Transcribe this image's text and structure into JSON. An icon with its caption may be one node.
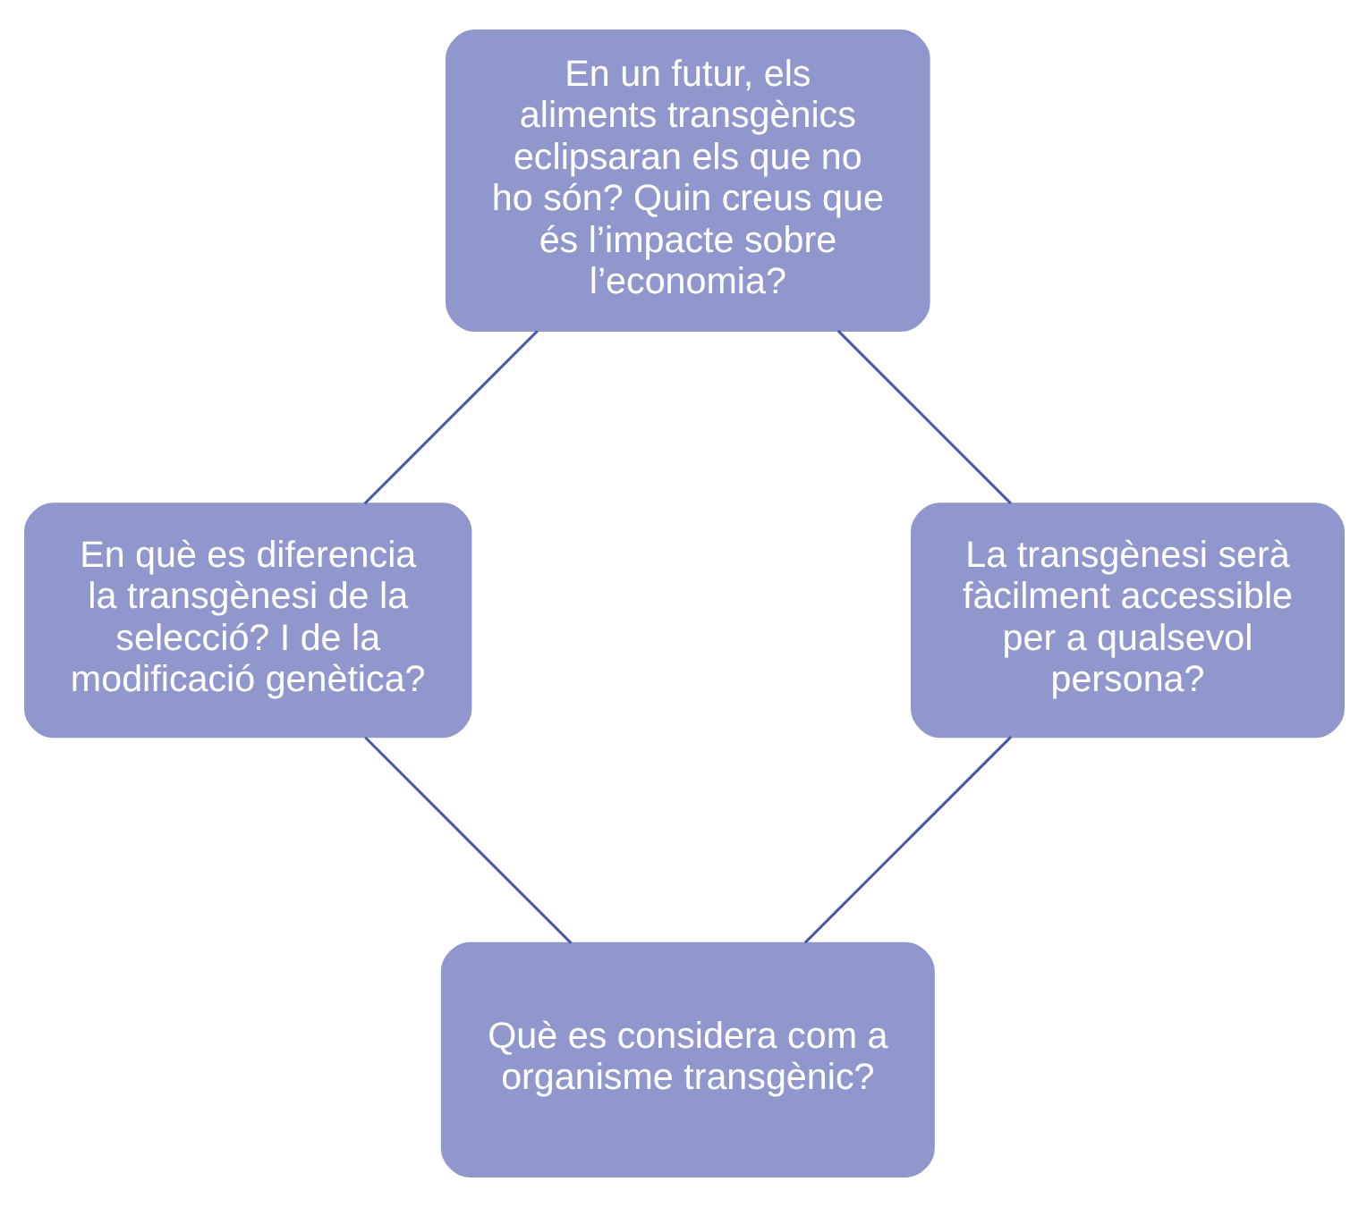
{
  "diagram": {
    "nodes": [
      {
        "text": [
          "Què es considera com a organisme transgènic?"
        ]
      },
      {
        "text": [
          "En què es diferencia la transgènesi de la selecció? I de la modificació genètica?"
        ]
      },
      {
        "text": [
          "En un futur, els aliments transgènics eclipsaran els que no ho són? Quin creus que és l’impacte sobre l’economia?"
        ]
      },
      {
        "text": [
          "La transgènesi serà fàcilment accessible per a qualsevol persona?"
        ]
      }
    ],
    "edges": [
      {
        "from": 0,
        "to": 1,
        "arrow": "none"
      },
      {
        "from": 1,
        "to": 2,
        "arrow": "none"
      },
      {
        "from": 2,
        "to": 3,
        "arrow": "none"
      },
      {
        "from": 3,
        "to": 0,
        "arrow": "none"
      }
    ]
  }
}
